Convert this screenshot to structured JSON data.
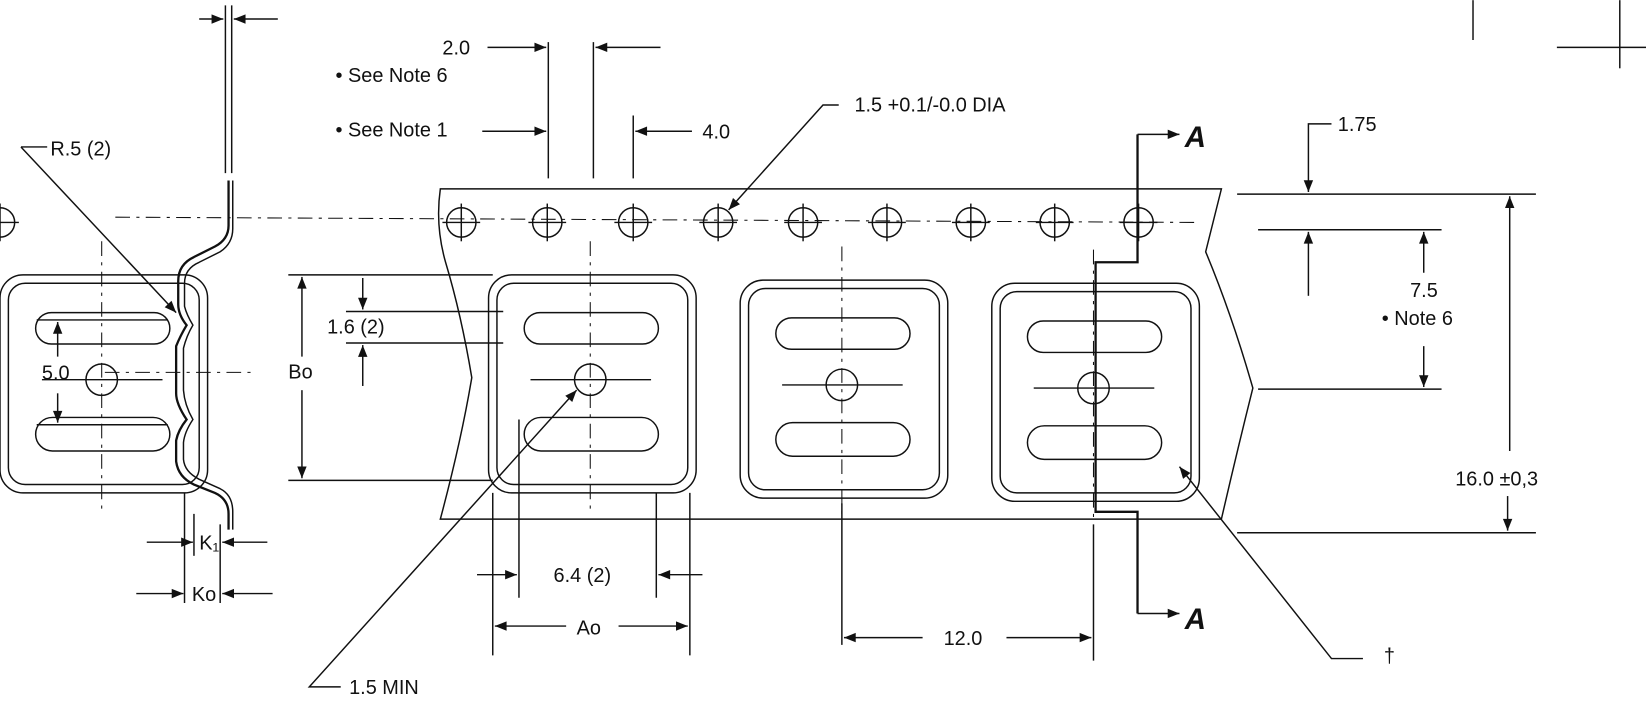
{
  "labels": {
    "pitch_2_0": "2.0",
    "see_note_6": "• See Note 6",
    "see_note_1": "• See Note 1",
    "pitch_4_0": "4.0",
    "hole_dia": "1.5 +0.1/-0.0 DIA",
    "section_a_top": "A",
    "section_a_bottom": "A",
    "edge_1_75": "1.75",
    "r_5": "R.5 (2)",
    "dim_1_6": "1.6 (2)",
    "dim_5_0": "5.0",
    "bo": "Bo",
    "dim_7_5": "7.5",
    "note_6": "• Note 6",
    "width_16": "16.0  ±0,3",
    "k1": "K₁",
    "ko": "Ko",
    "dim_6_4": "6.4 (2)",
    "ao": "Ao",
    "pitch_12": "12.0",
    "min_1_5": "1.5 MIN",
    "dagger": "†"
  }
}
